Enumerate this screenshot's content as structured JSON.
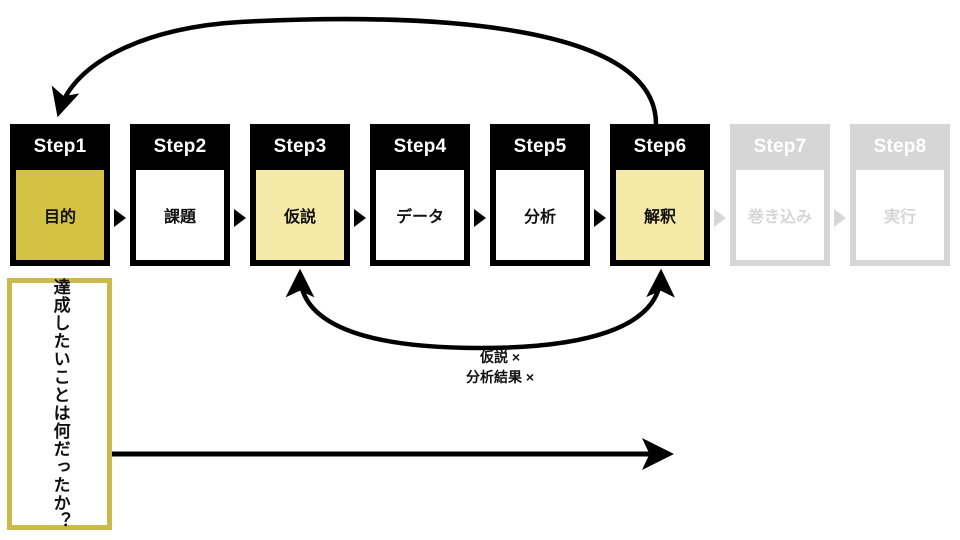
{
  "diagram": {
    "title": "Step process flow with feedback loops",
    "colors": {
      "step_header_active": "#000000",
      "step_header_disabled": "#d6d6d6",
      "highlight_strong": "#d4c244",
      "highlight_light": "#f5e9a8",
      "gold_border": "#cdb94b",
      "arrow": "#000000",
      "arrow_muted": "#d6d6d6",
      "background": "#ffffff"
    },
    "steps": [
      {
        "header": "Step1",
        "label": "目的",
        "fill": "#d4c244",
        "state": "active"
      },
      {
        "header": "Step2",
        "label": "課題",
        "fill": "#ffffff",
        "state": "active"
      },
      {
        "header": "Step3",
        "label": "仮説",
        "fill": "#f5e9a8",
        "state": "active"
      },
      {
        "header": "Step4",
        "label": "データ",
        "fill": "#ffffff",
        "state": "active"
      },
      {
        "header": "Step5",
        "label": "分析",
        "fill": "#ffffff",
        "state": "active"
      },
      {
        "header": "Step6",
        "label": "解釈",
        "fill": "#f5e9a8",
        "state": "active"
      },
      {
        "header": "Step7",
        "label": "巻き込み",
        "fill": "#ffffff",
        "state": "disabled"
      },
      {
        "header": "Step8",
        "label": "実行",
        "fill": "#ffffff",
        "state": "disabled"
      }
    ],
    "question_box": {
      "text": "達成したいことは何だったか？"
    },
    "loop_annotation": {
      "line1": "仮説 ×",
      "line2": "分析結果 ×"
    },
    "arrows": {
      "top_loop": "Step6 back to Step1",
      "bottom_loop": "Step3 to Step6 bidirectional",
      "timeline": "question box to right"
    }
  }
}
